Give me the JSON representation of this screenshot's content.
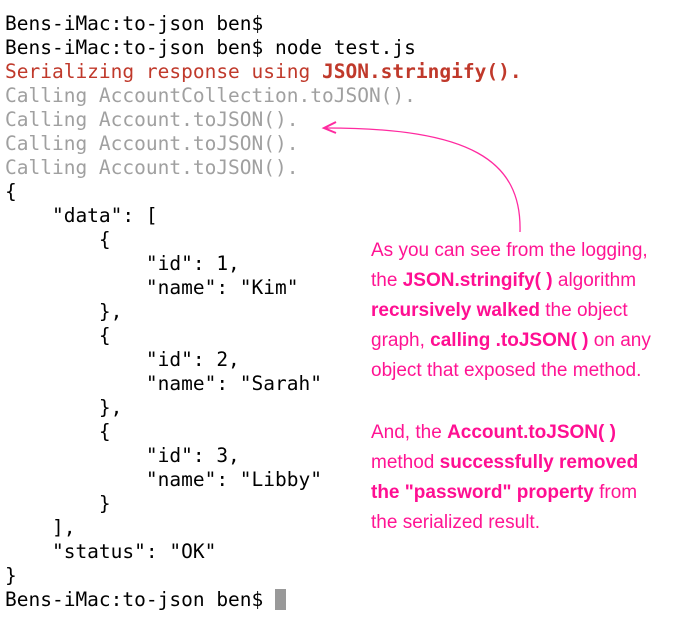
{
  "terminal": {
    "lines": [
      [
        {
          "t": "",
          "c": ""
        }
      ],
      [
        {
          "t": "Bens-iMac:to-json ben$",
          "c": ""
        }
      ],
      [
        {
          "t": "Bens-iMac:to-json ben$ node test.js",
          "c": ""
        }
      ],
      [
        {
          "t": "Serializing response using ",
          "c": "red"
        },
        {
          "t": "JSON.stringify().",
          "c": "redb"
        }
      ],
      [
        {
          "t": "Calling AccountCollection.toJSON().",
          "c": "gray"
        }
      ],
      [
        {
          "t": "Calling Account.toJSON().",
          "c": "gray"
        }
      ],
      [
        {
          "t": "Calling Account.toJSON().",
          "c": "gray"
        }
      ],
      [
        {
          "t": "Calling Account.toJSON().",
          "c": "gray"
        }
      ],
      [
        {
          "t": "{",
          "c": ""
        }
      ],
      [
        {
          "t": "    \"data\": [",
          "c": ""
        }
      ],
      [
        {
          "t": "        {",
          "c": ""
        }
      ],
      [
        {
          "t": "            \"id\": 1,",
          "c": ""
        }
      ],
      [
        {
          "t": "            \"name\": \"Kim\"",
          "c": ""
        }
      ],
      [
        {
          "t": "        },",
          "c": ""
        }
      ],
      [
        {
          "t": "        {",
          "c": ""
        }
      ],
      [
        {
          "t": "            \"id\": 2,",
          "c": ""
        }
      ],
      [
        {
          "t": "            \"name\": \"Sarah\"",
          "c": ""
        }
      ],
      [
        {
          "t": "        },",
          "c": ""
        }
      ],
      [
        {
          "t": "        {",
          "c": ""
        }
      ],
      [
        {
          "t": "            \"id\": 3,",
          "c": ""
        }
      ],
      [
        {
          "t": "            \"name\": \"Libby\"",
          "c": ""
        }
      ],
      [
        {
          "t": "        }",
          "c": ""
        }
      ],
      [
        {
          "t": "    ],",
          "c": ""
        }
      ],
      [
        {
          "t": "    \"status\": \"OK\"",
          "c": ""
        }
      ],
      [
        {
          "t": "}",
          "c": ""
        }
      ],
      [
        {
          "t": "Bens-iMac:to-json ben$ ",
          "c": ""
        }
      ]
    ]
  },
  "annotation": {
    "color": "#ff1493",
    "paragraphs": [
      [
        [
          {
            "t": "As you can see from the logging,",
            "b": false
          }
        ],
        [
          {
            "t": "the ",
            "b": false
          },
          {
            "t": "JSON.stringify( )",
            "b": true
          },
          {
            "t": " algorithm",
            "b": false
          }
        ],
        [
          {
            "t": "recursively walked",
            "b": true
          },
          {
            "t": " the object",
            "b": false
          }
        ],
        [
          {
            "t": "graph, ",
            "b": false
          },
          {
            "t": "calling .toJSON( )",
            "b": true
          },
          {
            "t": " on any",
            "b": false
          }
        ],
        [
          {
            "t": "object that exposed the method.",
            "b": false
          }
        ]
      ],
      [
        [
          {
            "t": "And, the ",
            "b": false
          },
          {
            "t": "Account.toJSON( )",
            "b": true
          }
        ],
        [
          {
            "t": "method ",
            "b": false
          },
          {
            "t": "successfully removed",
            "b": true
          }
        ],
        [
          {
            "t": "the \"password\" property",
            "b": true
          },
          {
            "t": " from",
            "b": false
          }
        ],
        [
          {
            "t": "the serialized result.",
            "b": false
          }
        ]
      ]
    ]
  }
}
